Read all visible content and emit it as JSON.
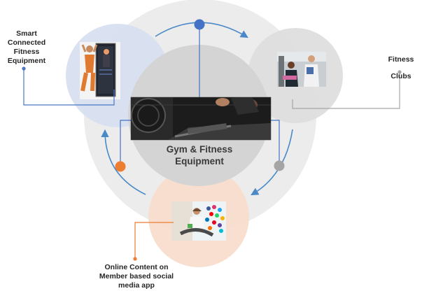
{
  "center": {
    "title_line1": "Gym & Fitness",
    "title_line2": "Equipment",
    "image": "gym-rowing-machine-photo"
  },
  "nodes": {
    "smart": {
      "line1": "Smart",
      "line2": "Connected",
      "line3": "Fitness",
      "line4": "Equipment",
      "image": "smart-fitness-mirror-photo",
      "circle_color": "#d7e0f1",
      "accent": "#4a78c2"
    },
    "clubs": {
      "line1": "Fitness",
      "line2": "Clubs",
      "image": "fitness-club-trainer-photo",
      "circle_color": "#dedede",
      "accent": "#a6a6a6"
    },
    "online": {
      "line1": "Online Content on",
      "line2": "Member based social",
      "line3": "media app",
      "image": "online-fitness-app-photo",
      "circle_color": "#f8ddcc",
      "accent": "#ed7d31"
    }
  },
  "colors": {
    "big_ring": "#ececec",
    "center_circle": "#d4d4d4",
    "cycle_arrow": "#4a89c8",
    "dot_blue": "#4472c4",
    "dot_orange": "#ed7d31",
    "dot_gray": "#a5a5a5"
  }
}
